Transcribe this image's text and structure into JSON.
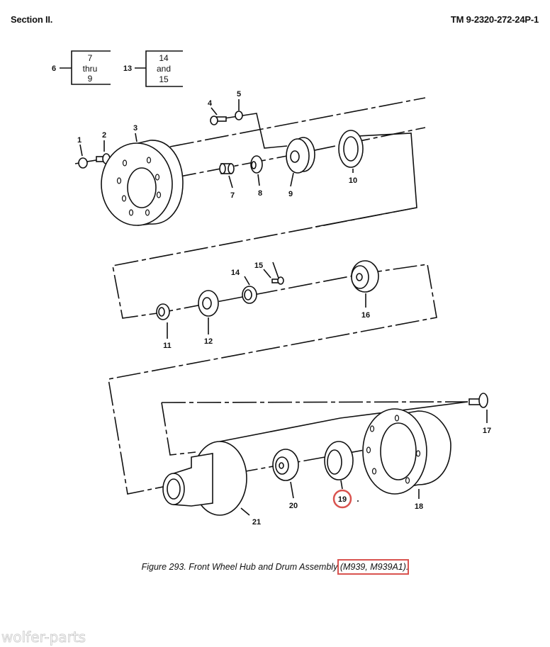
{
  "header": {
    "section": "Section II.",
    "tm_number": "TM 9-2320-272-24P-1"
  },
  "brackets": [
    {
      "ref": "6",
      "line1": "7",
      "line2": "thru",
      "line3": "9"
    },
    {
      "ref": "13",
      "line1": "14",
      "line2": "and",
      "line3": "15"
    }
  ],
  "parts": {
    "p1": "1",
    "p2": "2",
    "p3": "3",
    "p4": "4",
    "p5": "5",
    "p7": "7",
    "p8": "8",
    "p9": "9",
    "p10": "10",
    "p11": "11",
    "p12": "12",
    "p14": "14",
    "p15": "15",
    "p16": "16",
    "p17": "17",
    "p18": "18",
    "p19": "19",
    "p20": "20",
    "p21": "21"
  },
  "highlight_color": "#d9534f",
  "caption": {
    "figure": "Figure 293.  Front Wheel Hub and Drum Assembly ",
    "highlight": "(M939, M939A1)",
    "end": "."
  },
  "watermark": "wolfer-parts"
}
